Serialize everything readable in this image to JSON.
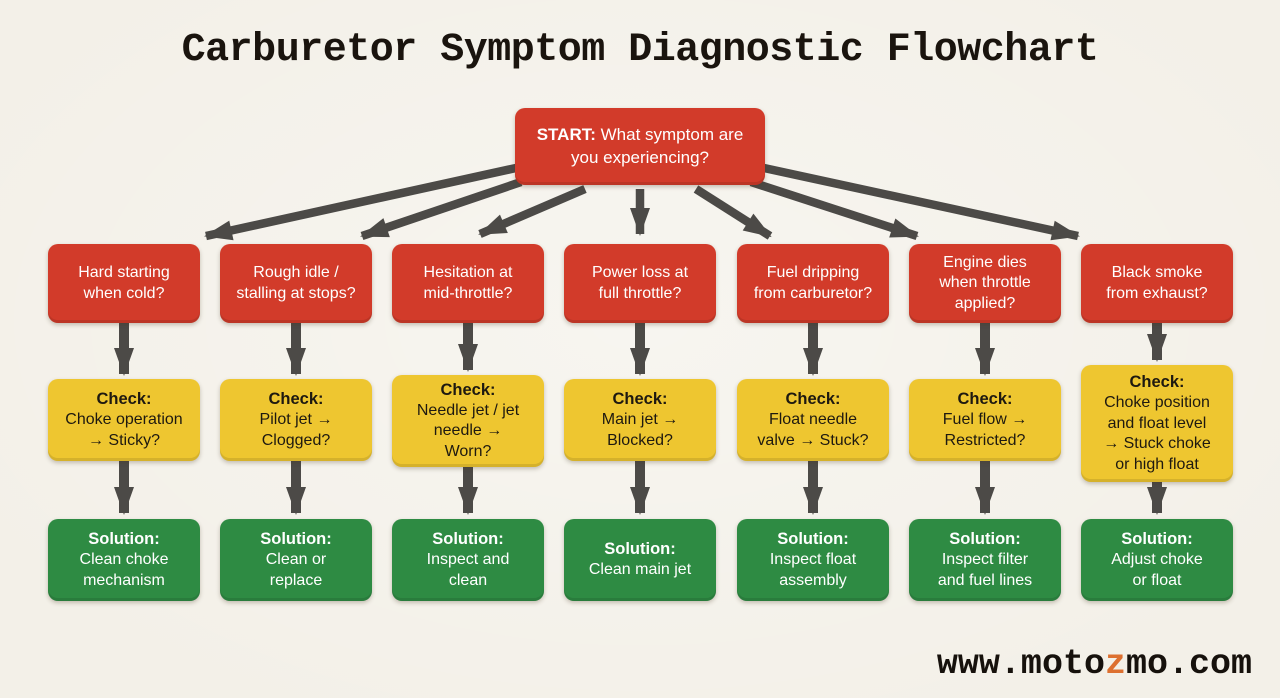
{
  "title": "Carburetor Symptom Diagnostic Flowchart",
  "start": {
    "label": "START:",
    "question": "What symptom are\nyou experiencing?"
  },
  "labels": {
    "check": "Check:",
    "solution": "Solution:"
  },
  "columns": [
    {
      "symptom": "Hard starting\nwhen cold?",
      "check": "Choke operation\n→ Sticky?",
      "solution": "Clean choke\nmechanism"
    },
    {
      "symptom": "Rough idle /\nstalling at stops?",
      "check": "Pilot jet →\nClogged?",
      "solution": "Clean or\nreplace"
    },
    {
      "symptom": "Hesitation at\nmid-throttle?",
      "check": "Needle jet / jet\nneedle →\nWorn?",
      "solution": "Inspect and\nclean"
    },
    {
      "symptom": "Power loss at\nfull throttle?",
      "check": "Main jet →\nBlocked?",
      "solution": "Clean main jet"
    },
    {
      "symptom": "Fuel dripping\nfrom carburetor?",
      "check": "Float needle\nvalve → Stuck?",
      "solution": "Inspect float\nassembly"
    },
    {
      "symptom": "Engine dies\nwhen throttle\napplied?",
      "check": "Fuel flow →\nRestricted?",
      "solution": "Inspect filter\nand fuel lines"
    },
    {
      "symptom": "Black smoke\nfrom exhaust?",
      "check": "Choke position\nand float level\n→ Stuck choke\nor high float",
      "solution": "Adjust choke\nor float"
    }
  ],
  "watermark": {
    "prefix": "www.moto",
    "accent": "z",
    "suffix": "mo.com"
  },
  "colors": {
    "symptom_red": "#d23b2a",
    "check_yellow": "#eec630",
    "solution_green": "#2e8b43",
    "arrow_gray": "#4c4a47",
    "background": "#f3f0e8",
    "watermark_accent": "#dd7030"
  }
}
